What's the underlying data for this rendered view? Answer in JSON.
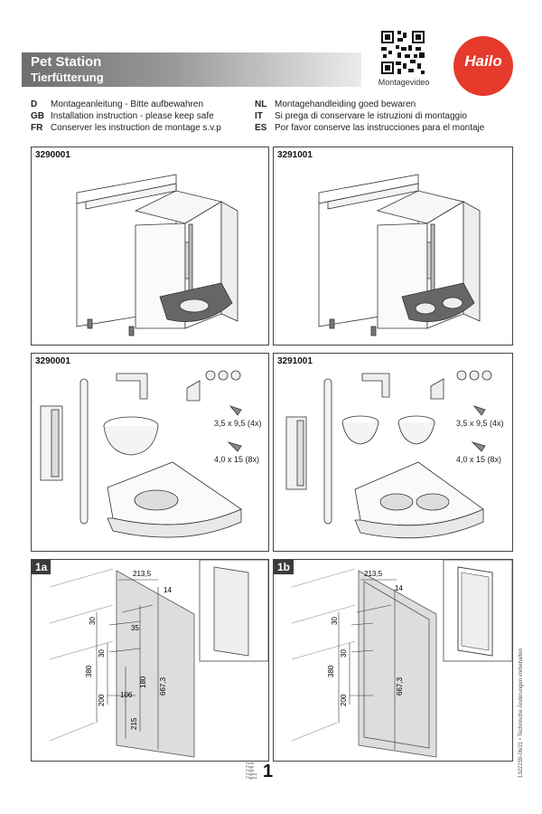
{
  "header": {
    "title": "Pet Station",
    "subtitle": "Tierfütterung",
    "qr_label": "Montagevideo",
    "logo_text": "Hailo"
  },
  "languages": {
    "left": [
      {
        "code": "D",
        "text": "Montageanleitung - Bitte aufbewahren"
      },
      {
        "code": "GB",
        "text": "Installation instruction - please keep safe"
      },
      {
        "code": "FR",
        "text": "Conserver les instruction de montage s.v.p"
      }
    ],
    "right": [
      {
        "code": "NL",
        "text": "Montagehandleiding goed bewaren"
      },
      {
        "code": "IT",
        "text": "Si prega di conservare le istruzioni di montaggio"
      },
      {
        "code": "ES",
        "text": "Por favor conserve las instrucciones para el montaje"
      }
    ]
  },
  "panels": {
    "cabinet_left": "3290001",
    "cabinet_right": "3291001",
    "parts_left": "3290001",
    "parts_right": "3291001",
    "screw_small": "3,5 x 9,5 (4x)",
    "screw_large": "4,0 x 15 (8x)",
    "step_1a": "1a",
    "step_1b": "1b"
  },
  "dimensions_1a": {
    "d1": "213,5",
    "d2": "14",
    "d3": "30",
    "d4": "35",
    "d5": "30",
    "d6": "380",
    "d7": "180",
    "d8": "667,3",
    "d9": "200",
    "d10": "106",
    "d11": "215"
  },
  "dimensions_1b": {
    "d1": "213,5",
    "d2": "14",
    "d3": "30",
    "d4": "30",
    "d5": "380",
    "d6": "667,3",
    "d7": "200"
  },
  "footer": {
    "page_words": [
      "Seite",
      "Page",
      "Page",
      "Pagina",
      "Página"
    ],
    "page_number": "1",
    "side_note": "1322239-06/21 • Technische Änderungen vorbehalten"
  }
}
